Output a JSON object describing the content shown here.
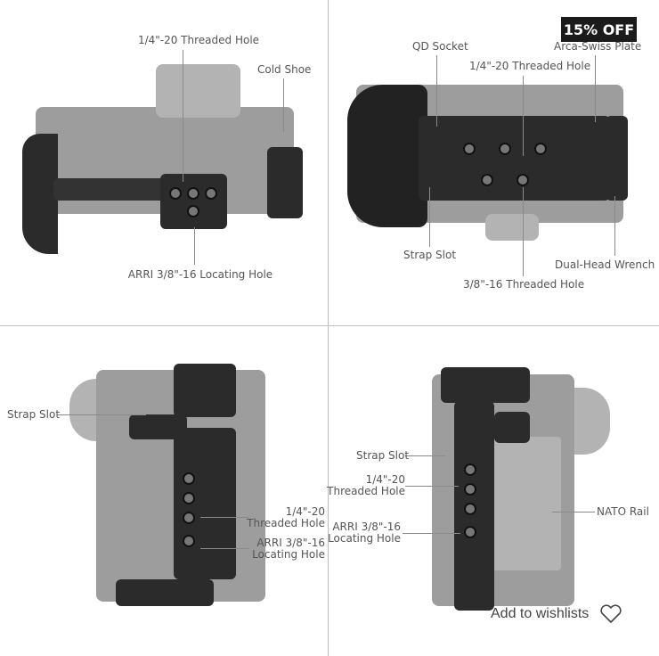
{
  "badge": {
    "discount": "15% OFF"
  },
  "wishlist": {
    "label": "Add to wishlists",
    "icon": "heart-icon"
  },
  "panels": {
    "top_left": {
      "labels": [
        "1/4\"-20 Threaded Hole",
        "Cold Shoe",
        "ARRI 3/8\"-16 Locating Hole"
      ]
    },
    "top_right": {
      "labels": [
        "QD Socket",
        "Arca-Swiss Plate",
        "1/4\"-20 Threaded Hole",
        "Strap Slot",
        "Dual-Head Wrench",
        "3/8\"-16 Threaded Hole"
      ]
    },
    "bottom_left": {
      "labels": [
        "Strap Slot",
        "1/4\"-20",
        "Threaded Hole",
        "ARRI 3/8\"-16",
        "Locating Hole"
      ]
    },
    "bottom_right": {
      "labels": [
        "Strap Slot",
        "1/4\"-20",
        "Threaded Hole",
        "ARRI 3/8\"-16",
        "Locating Hole",
        "NATO Rail"
      ]
    }
  }
}
